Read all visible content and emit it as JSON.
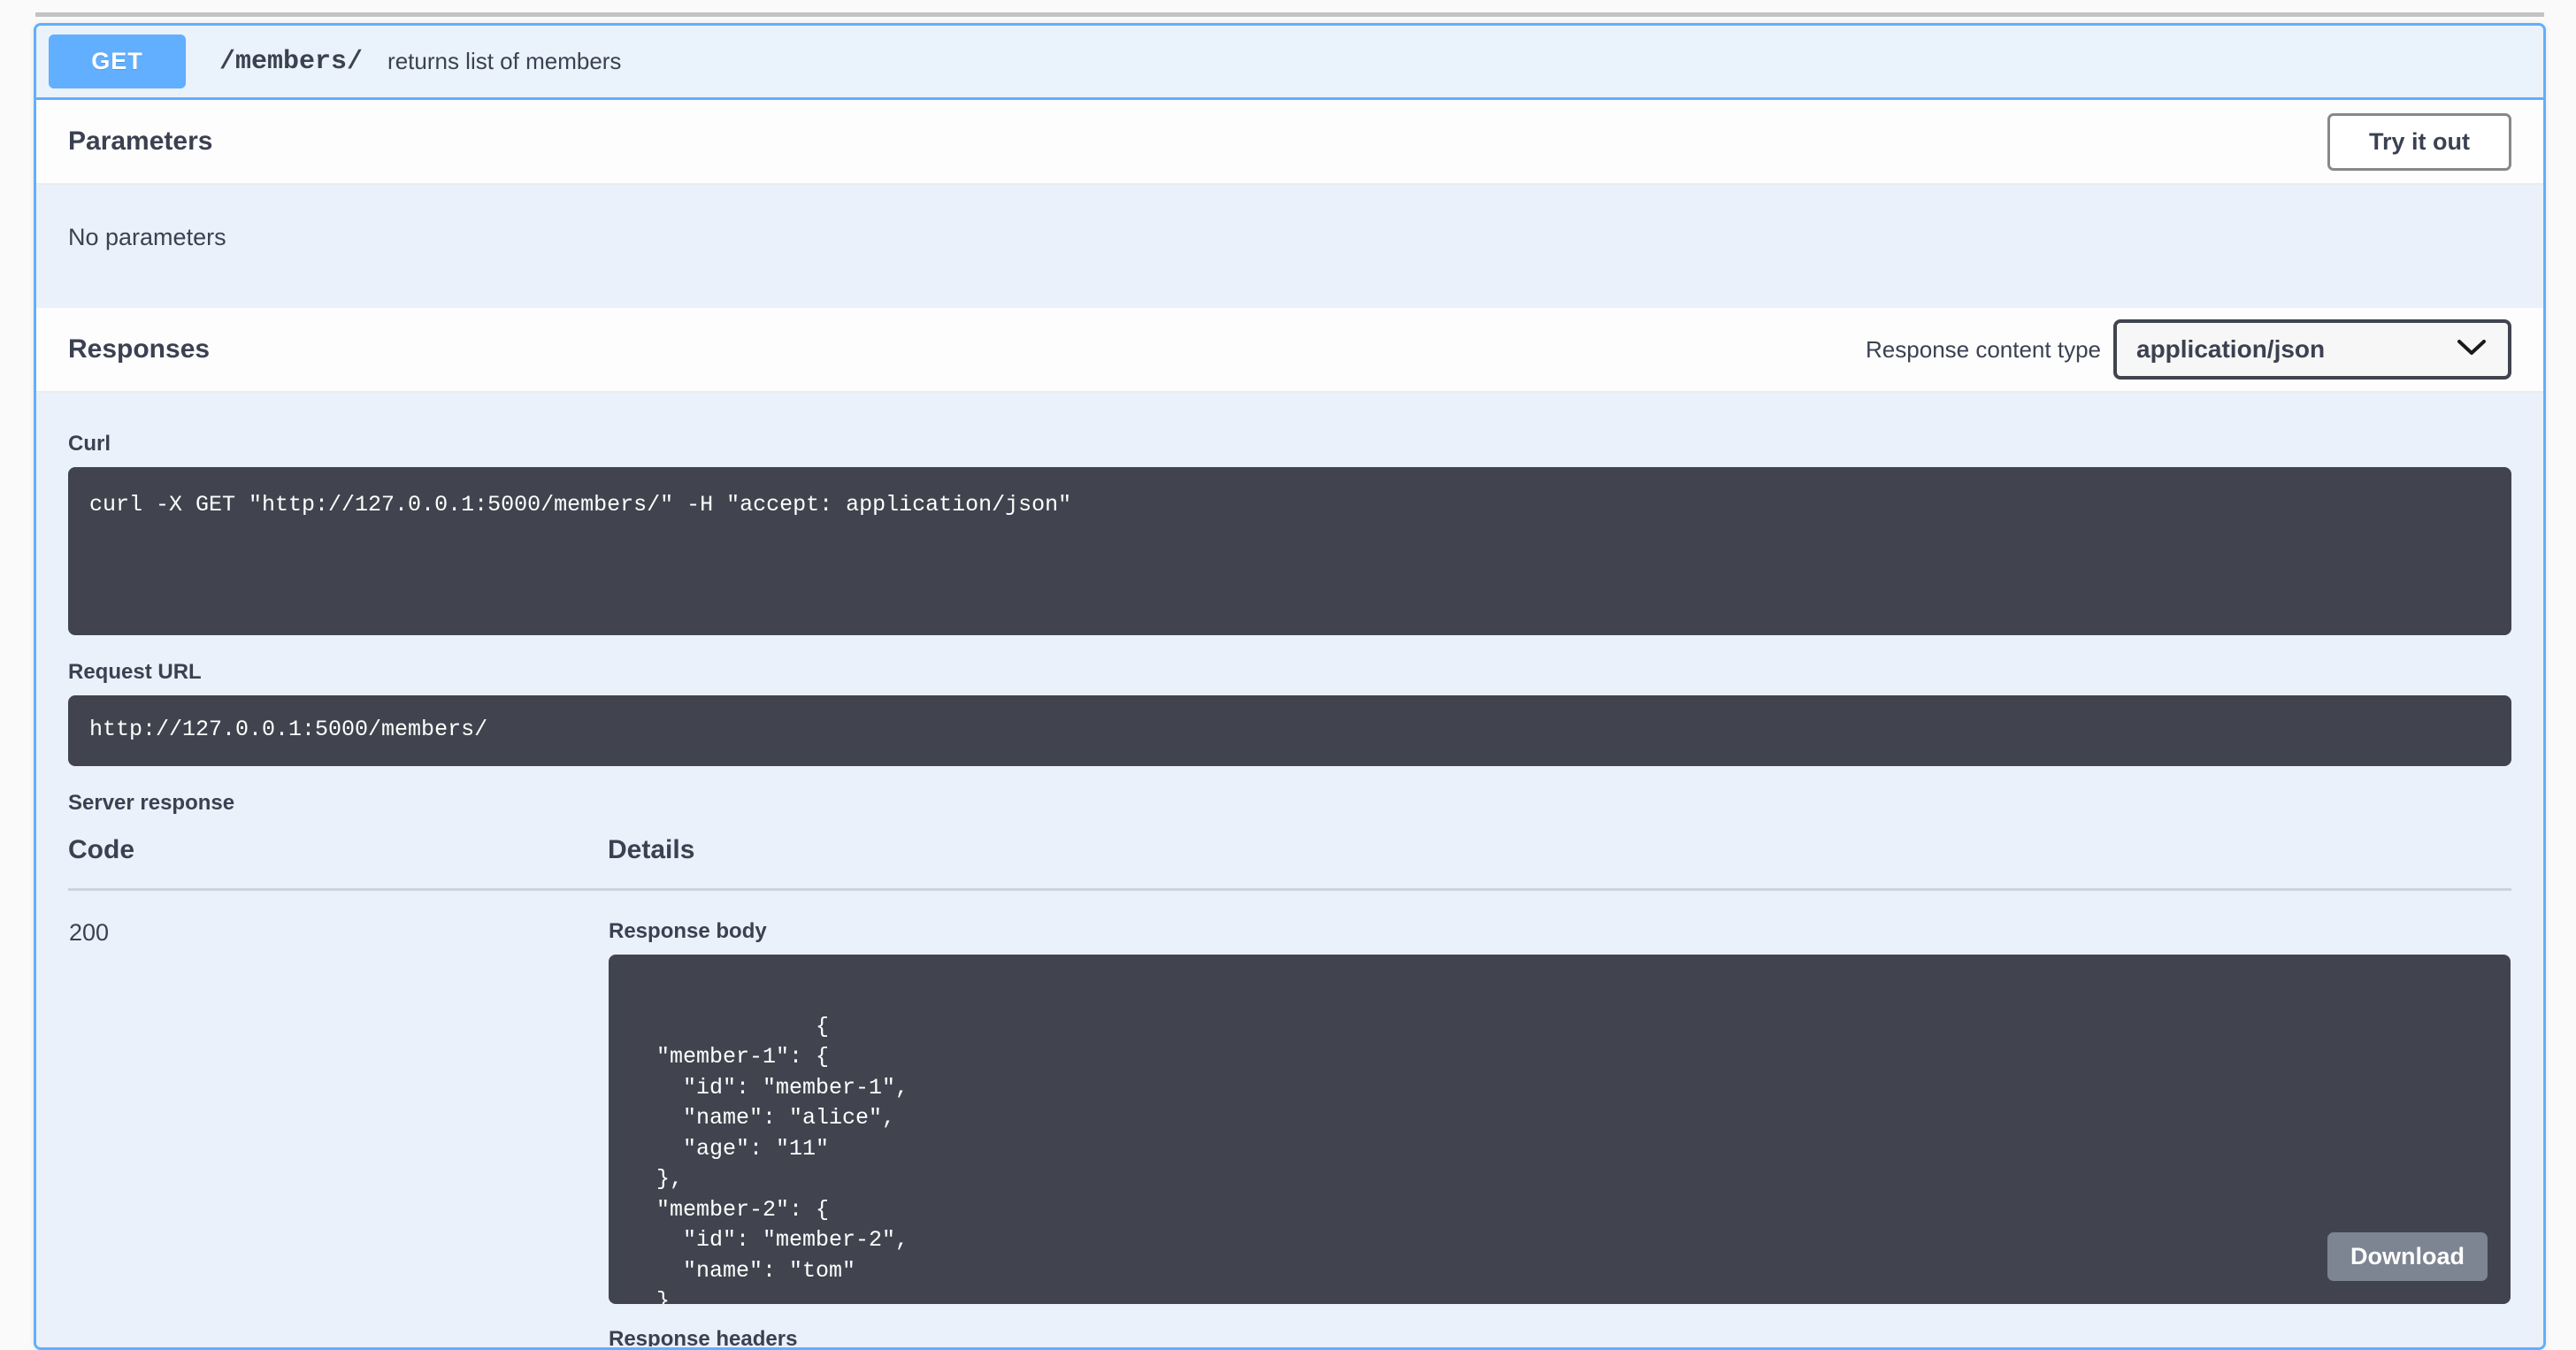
{
  "operation": {
    "method": "GET",
    "path": "/members/",
    "summary": "returns list of members"
  },
  "parameters": {
    "title": "Parameters",
    "try_it_out_label": "Try it out",
    "empty_text": "No parameters"
  },
  "responses": {
    "title": "Responses",
    "content_type_label": "Response content type",
    "content_type_value": "application/json",
    "curl_label": "Curl",
    "curl_command": "curl -X GET \"http://127.0.0.1:5000/members/\" -H \"accept: application/json\"",
    "request_url_label": "Request URL",
    "request_url": "http://127.0.0.1:5000/members/",
    "server_response_label": "Server response",
    "columns": {
      "code": "Code",
      "details": "Details"
    },
    "rows": [
      {
        "code": "200",
        "response_body_label": "Response body",
        "response_body": "{\n  \"member-1\": {\n    \"id\": \"member-1\",\n    \"name\": \"alice\",\n    \"age\": \"11\"\n  },\n  \"member-2\": {\n    \"id\": \"member-2\",\n    \"name\": \"tom\"\n  }\n}",
        "download_label": "Download",
        "response_headers_label": "Response headers"
      }
    ]
  },
  "colors": {
    "method_get": "#61affe",
    "block_border": "#61affe",
    "code_bg": "#41444e",
    "pale_bg": "#eaf1fa",
    "text": "#3b4151",
    "download_btn": "#7d8492"
  }
}
